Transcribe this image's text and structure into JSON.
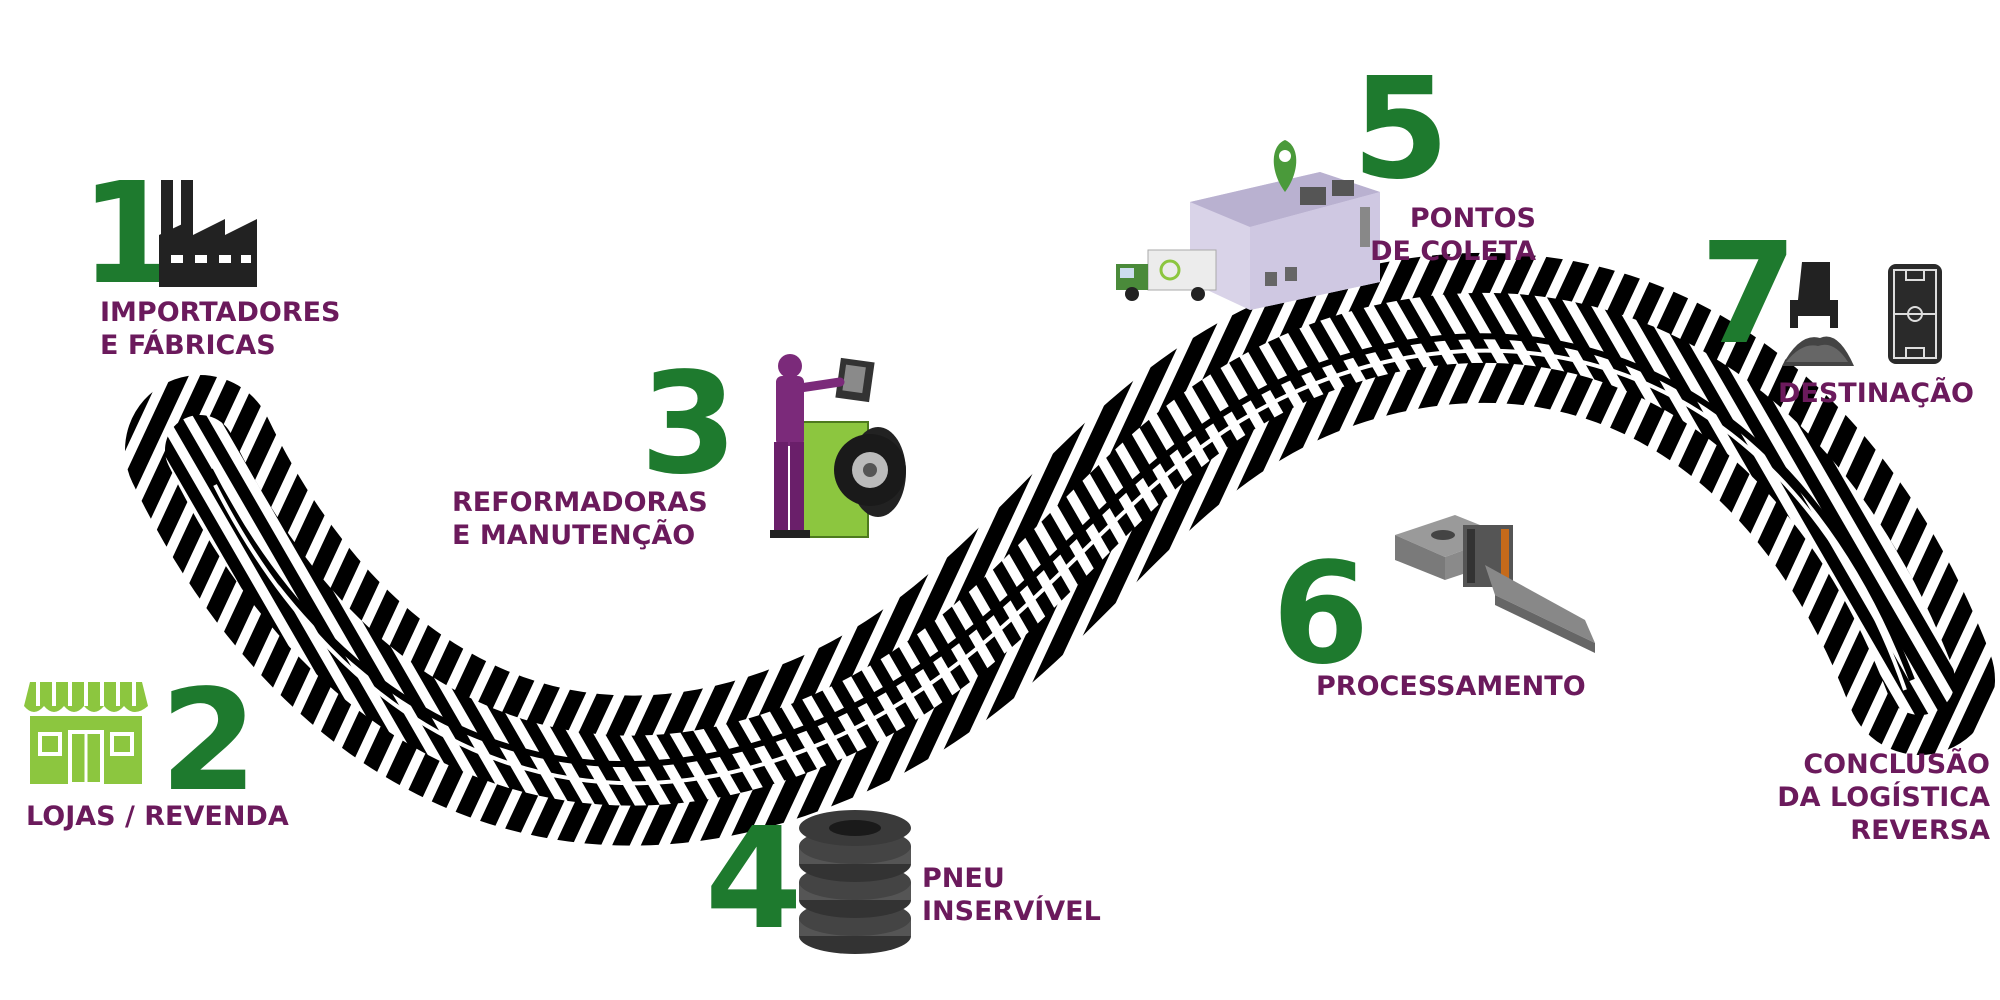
{
  "steps": [
    {
      "number": "1",
      "label_lines": [
        "IMPORTADORES",
        "E FÁBRICAS"
      ],
      "icon": "factory-icon"
    },
    {
      "number": "2",
      "label_lines": [
        "LOJAS / REVENDA"
      ],
      "icon": "store-icon"
    },
    {
      "number": "3",
      "label_lines": [
        "REFORMADORAS",
        "E MANUTENÇÃO"
      ],
      "icon": "tire-mechanic-icon"
    },
    {
      "number": "4",
      "label_lines": [
        "PNEU",
        "INSERVÍVEL"
      ],
      "icon": "tire-stack-icon"
    },
    {
      "number": "5",
      "label_lines": [
        "PONTOS",
        "DE COLETA"
      ],
      "icon": "collection-warehouse-icon"
    },
    {
      "number": "6",
      "label_lines": [
        "PROCESSAMENTO"
      ],
      "icon": "shredder-machine-icon"
    },
    {
      "number": "7",
      "label_lines": [
        "DESTINAÇÃO"
      ],
      "icon": "destination-products-icon"
    }
  ],
  "conclusion": {
    "label_lines": [
      "CONCLUSÃO",
      "DA LOGÍSTICA",
      "REVERSA"
    ]
  },
  "colors": {
    "number": "#1e7a2e",
    "label": "#6b1a5c",
    "light_green": "#8cc63f",
    "track": "#000000"
  }
}
